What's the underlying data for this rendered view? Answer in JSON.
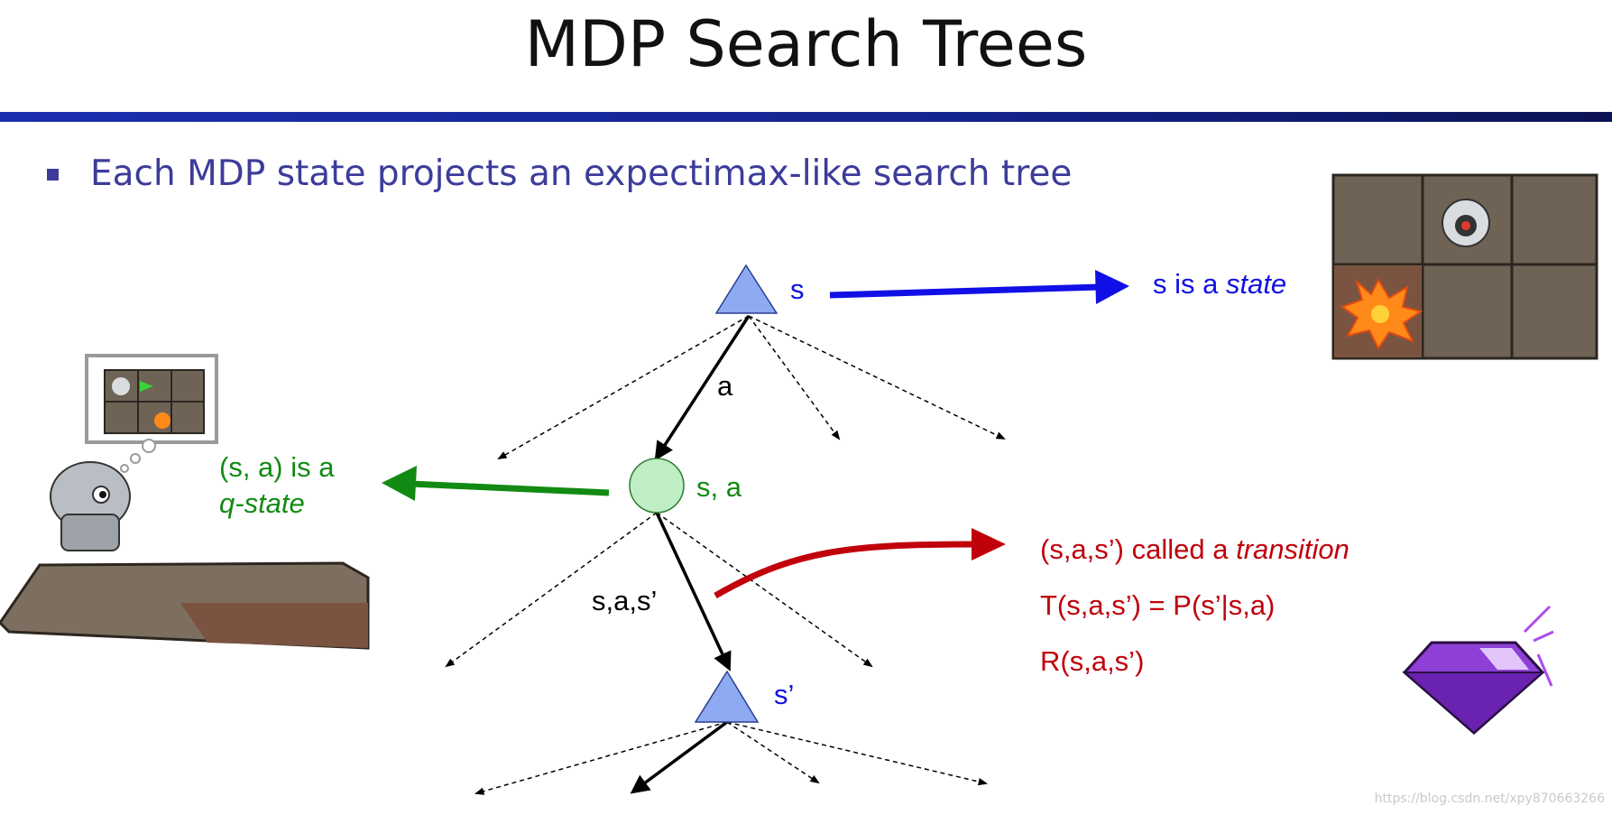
{
  "title": "MDP Search Trees",
  "bullet": "Each MDP state projects an expectimax-like search tree",
  "tree": {
    "root_label": "s",
    "action_label": "a",
    "qnode_label": "s, a",
    "transition_edge_label": "s,a,s’",
    "child_label": "s’"
  },
  "annotations": {
    "state": {
      "prefix": "s is a ",
      "emph": "state"
    },
    "qstate": {
      "line1": "(s, a) is a",
      "emph": "q-state"
    },
    "transition": {
      "line1_prefix": "(s,a,s’) called a ",
      "line1_emph": "transition",
      "line2": "T(s,a,s’) = P(s’|s,a)",
      "line3": "R(s,a,s’)"
    }
  },
  "colors": {
    "title": "#111111",
    "bullet": "#3c3c9a",
    "state_blue": "#1010e6",
    "qstate_green": "#138a13",
    "transition_red": "#c0000b",
    "triangle_fill": "#8eaaf3",
    "circle_fill": "#bfeec4"
  },
  "watermark": "https://blog.csdn.net/xpy870663266"
}
